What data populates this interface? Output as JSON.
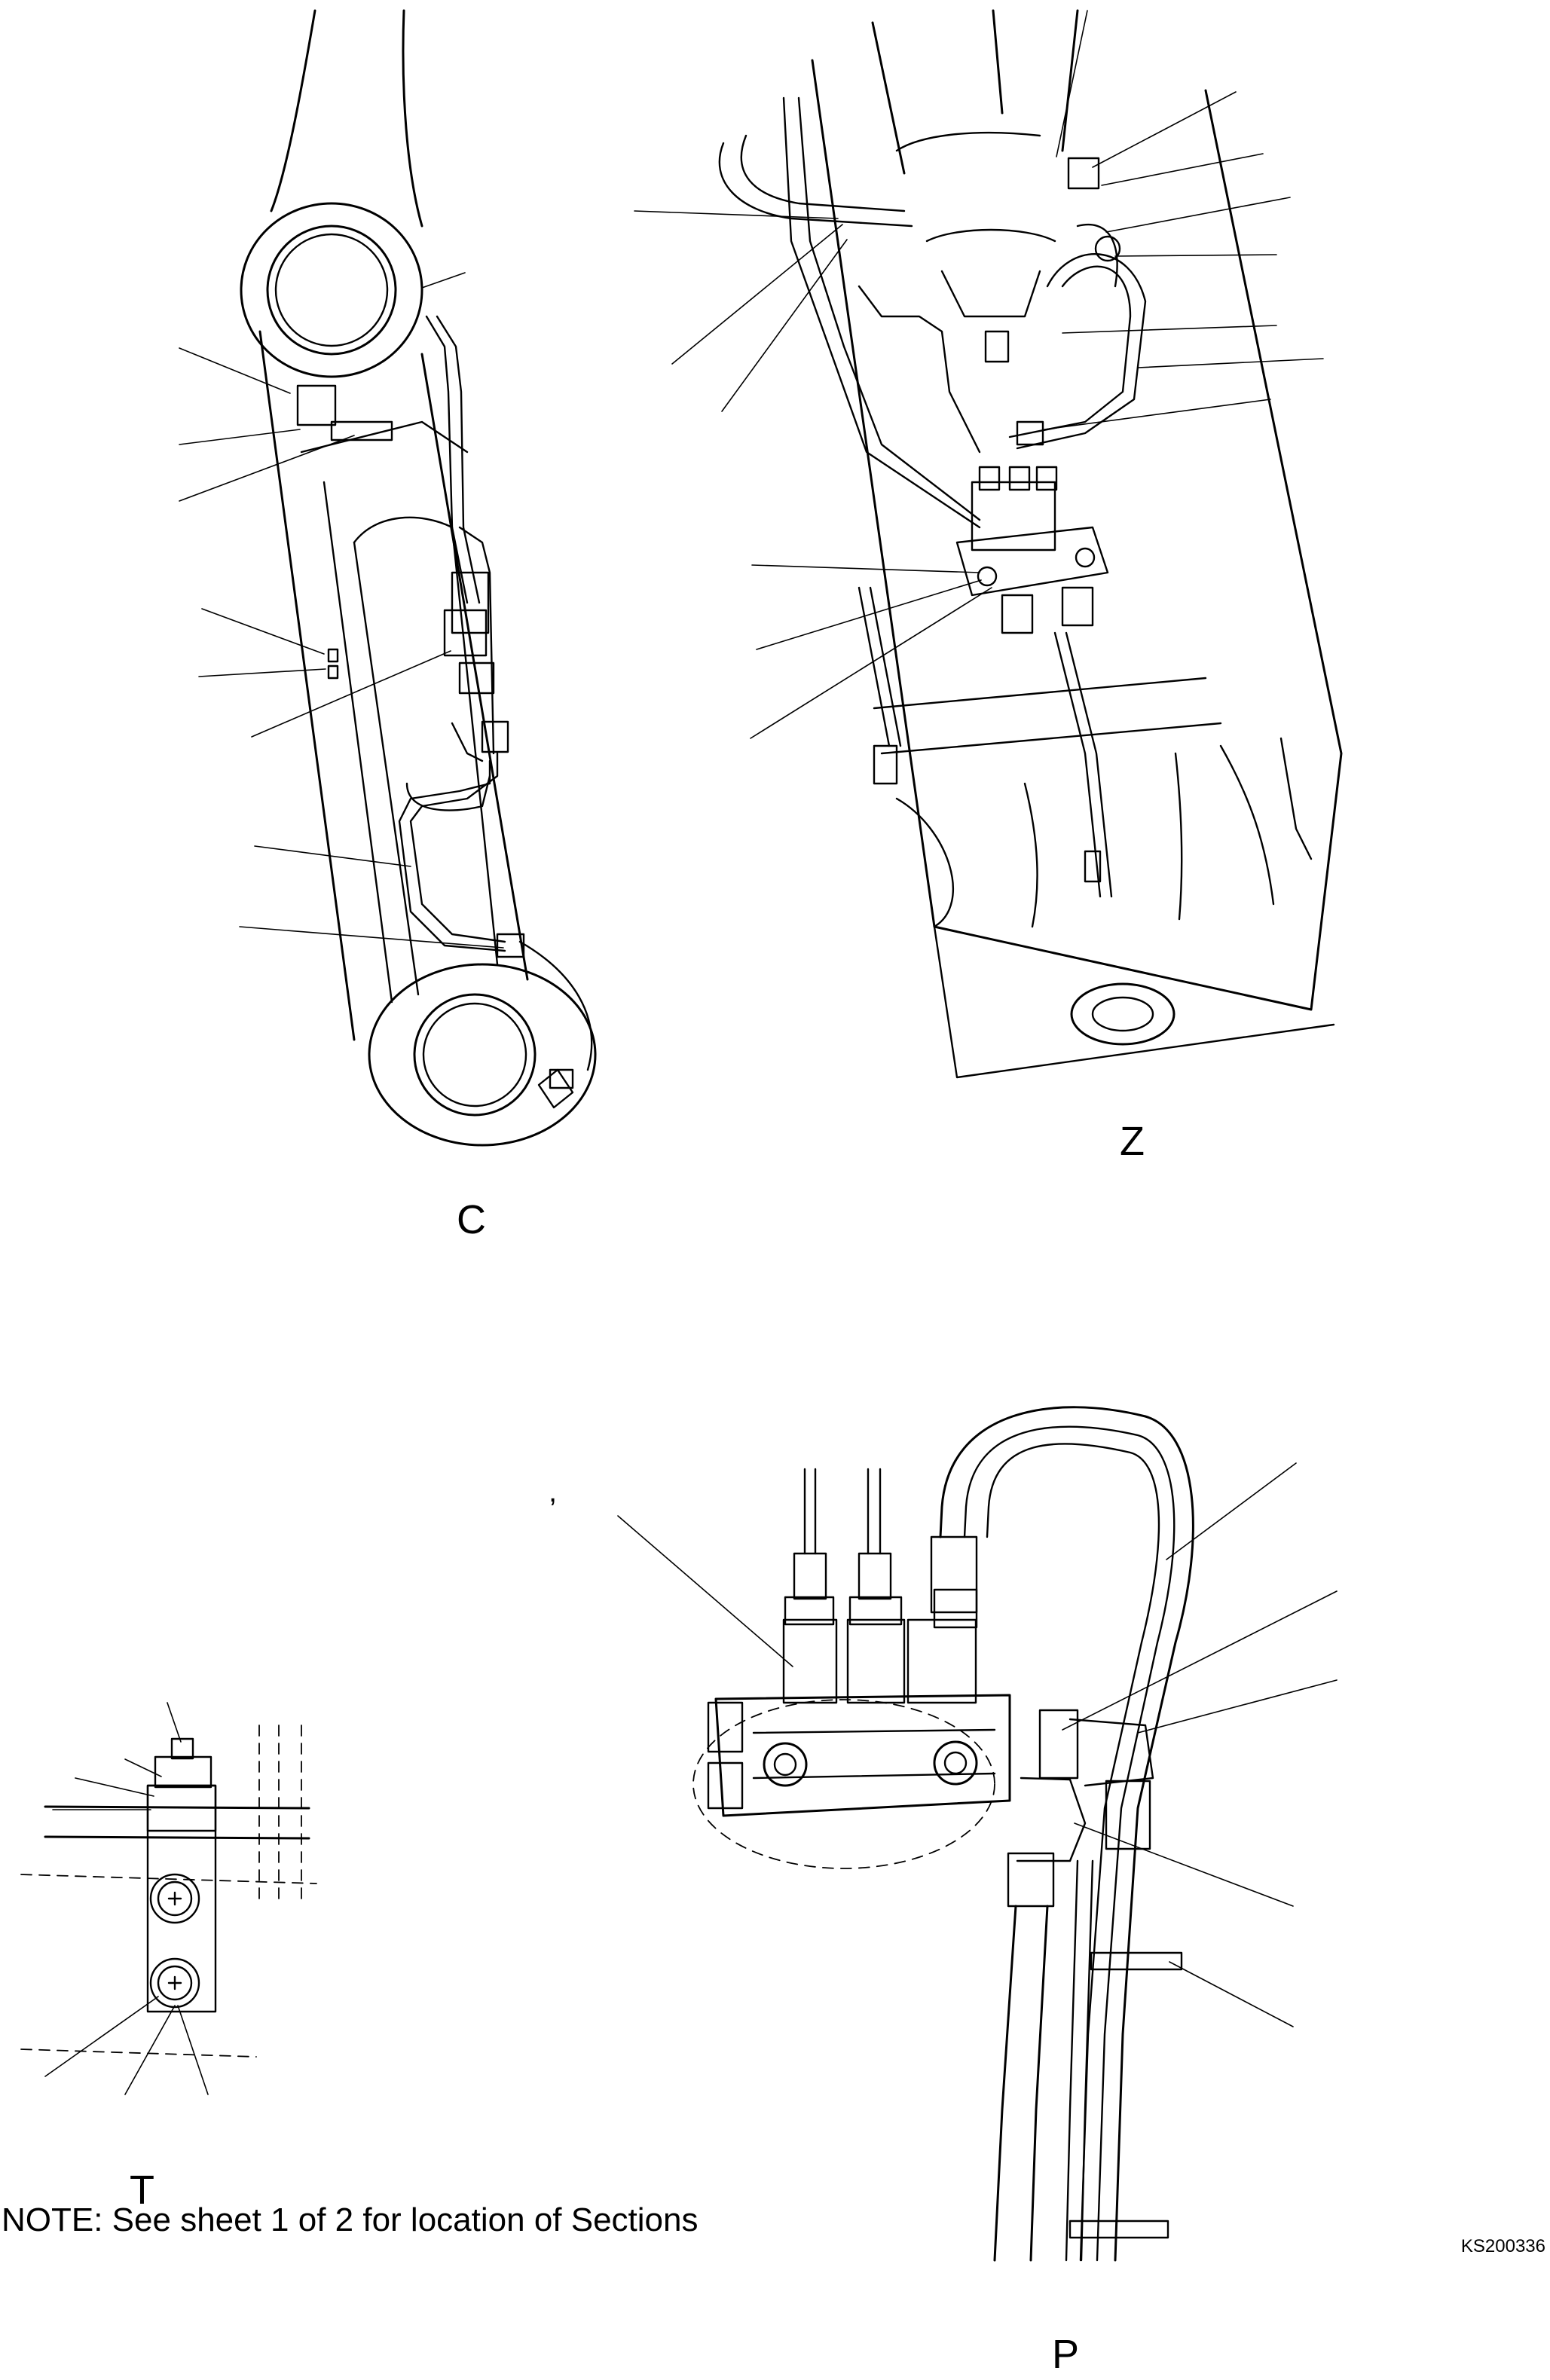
{
  "sections": {
    "c": "C",
    "z": "Z",
    "t": "T",
    "p": "P"
  },
  "note": "NOTE: See sheet 1 of 2  for location of Sections",
  "drawing_code": "KS200336",
  "stray_mark": ","
}
